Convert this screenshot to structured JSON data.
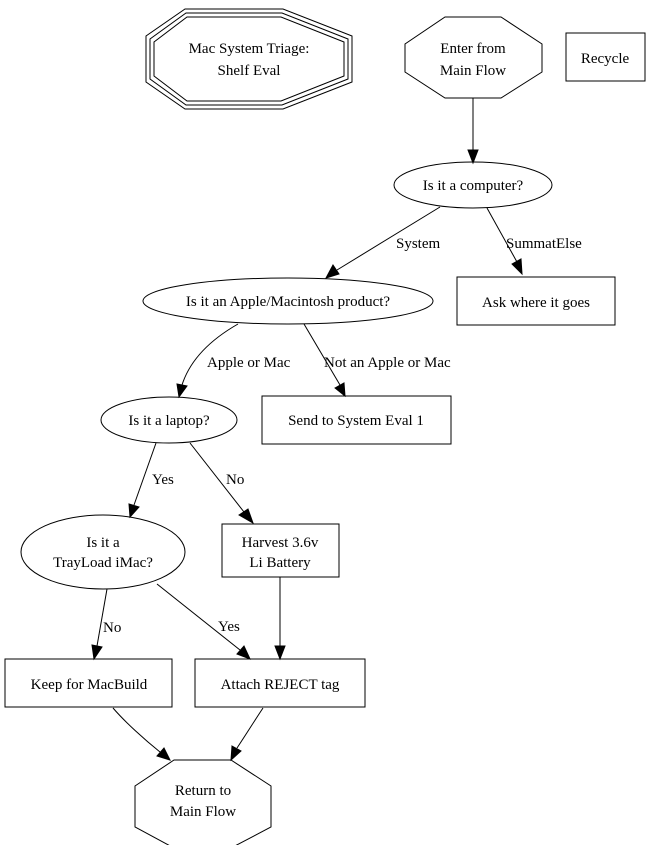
{
  "diagram": {
    "nodes": {
      "title": {
        "lines": [
          "Mac System Triage:",
          "Shelf Eval"
        ],
        "shape": "tripleoctagon"
      },
      "enter": {
        "lines": [
          "Enter from",
          "Main Flow"
        ],
        "shape": "octagon"
      },
      "recycle": {
        "lines": [
          "Recycle"
        ],
        "shape": "box"
      },
      "is_computer": {
        "lines": [
          "Is it a computer?"
        ],
        "shape": "ellipse"
      },
      "ask": {
        "lines": [
          "Ask where it goes"
        ],
        "shape": "box"
      },
      "is_apple": {
        "lines": [
          "Is it an Apple/Macintosh product?"
        ],
        "shape": "ellipse"
      },
      "is_laptop": {
        "lines": [
          "Is it a laptop?"
        ],
        "shape": "ellipse"
      },
      "send_eval": {
        "lines": [
          "Send to System Eval 1"
        ],
        "shape": "box"
      },
      "is_trayload": {
        "lines": [
          "Is it a",
          "TrayLoad iMac?"
        ],
        "shape": "ellipse"
      },
      "harvest": {
        "lines": [
          "Harvest 3.6v",
          "Li Battery"
        ],
        "shape": "box"
      },
      "keep": {
        "lines": [
          "Keep for MacBuild"
        ],
        "shape": "box"
      },
      "reject": {
        "lines": [
          "Attach REJECT tag"
        ],
        "shape": "box"
      },
      "return": {
        "lines": [
          "Return to",
          "Main Flow"
        ],
        "shape": "octagon"
      }
    },
    "edges": [
      {
        "from": "enter",
        "to": "is_computer",
        "label": ""
      },
      {
        "from": "is_computer",
        "to": "is_apple",
        "label": "System"
      },
      {
        "from": "is_computer",
        "to": "ask",
        "label": "SummatElse"
      },
      {
        "from": "is_apple",
        "to": "is_laptop",
        "label": "Apple or Mac"
      },
      {
        "from": "is_apple",
        "to": "send_eval",
        "label": "Not an Apple or Mac"
      },
      {
        "from": "is_laptop",
        "to": "is_trayload",
        "label": "Yes"
      },
      {
        "from": "is_laptop",
        "to": "harvest",
        "label": "No"
      },
      {
        "from": "is_trayload",
        "to": "keep",
        "label": "No"
      },
      {
        "from": "is_trayload",
        "to": "reject",
        "label": "Yes"
      },
      {
        "from": "harvest",
        "to": "reject",
        "label": ""
      },
      {
        "from": "keep",
        "to": "return",
        "label": ""
      },
      {
        "from": "reject",
        "to": "return",
        "label": ""
      }
    ]
  }
}
